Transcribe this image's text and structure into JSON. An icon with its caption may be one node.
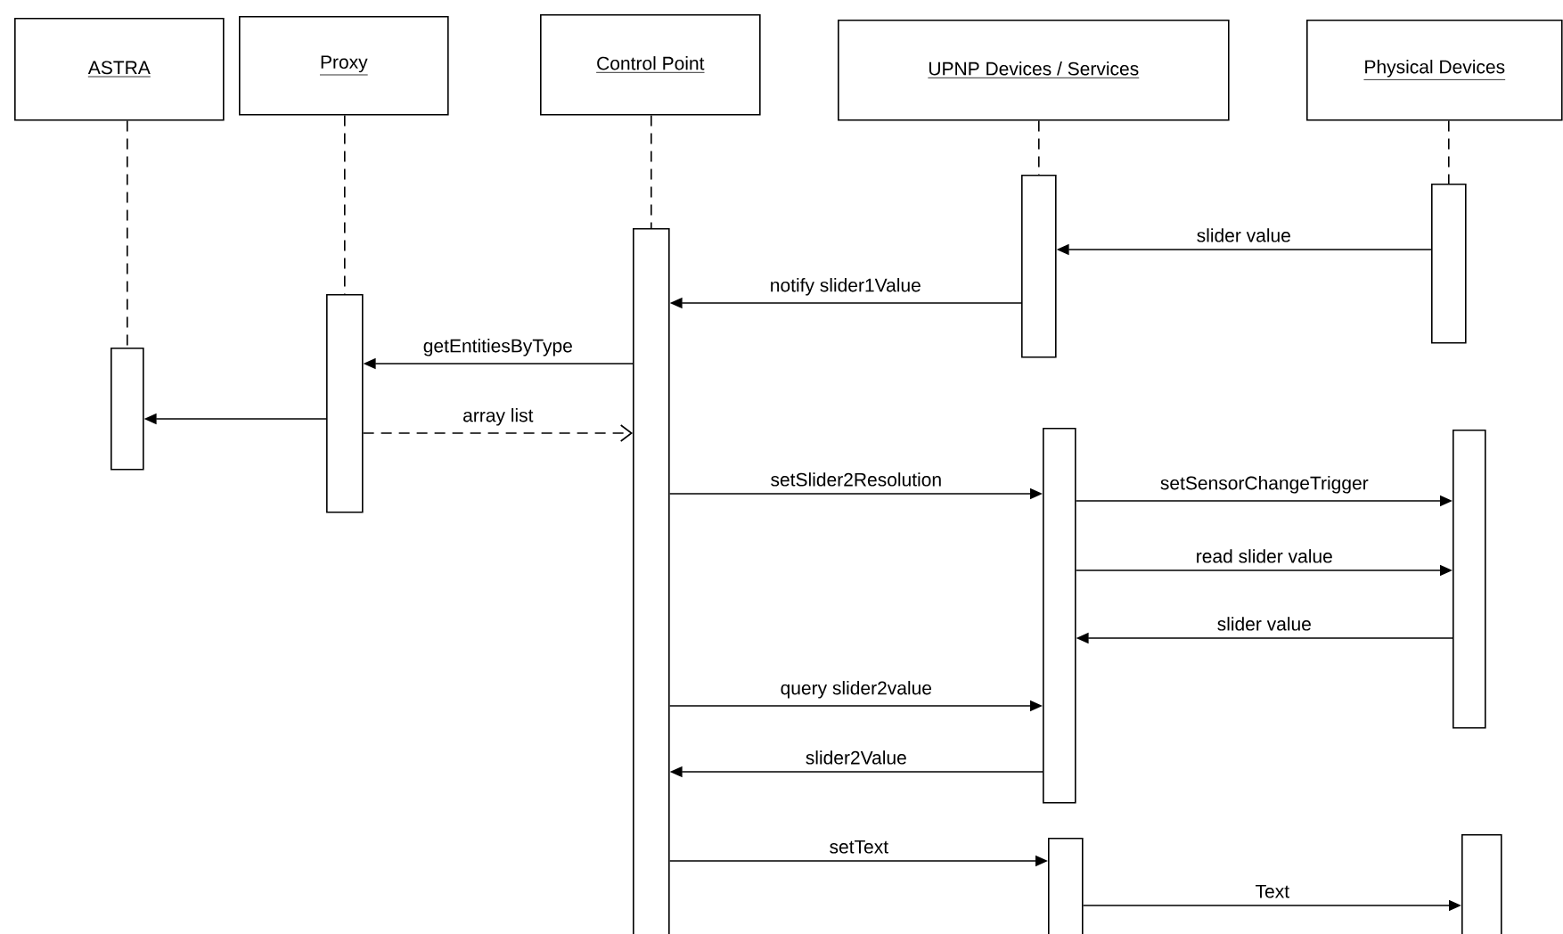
{
  "diagram": {
    "nodes": [
      {
        "text": [
          "ASTRA"
        ]
      },
      {
        "text": [
          "Proxy"
        ]
      },
      {
        "text": [
          "Control Point"
        ]
      },
      {
        "text": [
          "UPNP Devices / Services"
        ]
      },
      {
        "text": [
          "Physical Devices"
        ]
      },
      {
        "text": [],
        "shape": "bar"
      },
      {
        "text": [],
        "shape": "bar"
      },
      {
        "text": [],
        "shape": "bar"
      },
      {
        "text": [],
        "shape": "bar"
      },
      {
        "text": [],
        "shape": "bar"
      },
      {
        "text": [],
        "shape": "bar"
      },
      {
        "text": [],
        "shape": "bar"
      },
      {
        "text": [],
        "shape": "bar"
      },
      {
        "text": [],
        "shape": "bar"
      }
    ],
    "edges": [
      {
        "from": 0,
        "to": 5,
        "arrow": "none",
        "style": "dashed"
      },
      {
        "from": 1,
        "to": 6,
        "arrow": "none",
        "style": "dashed"
      },
      {
        "from": 2,
        "to": 7,
        "arrow": "none",
        "style": "dashed"
      },
      {
        "from": 3,
        "to": 8,
        "arrow": "none",
        "style": "dashed"
      },
      {
        "from": 4,
        "to": 9,
        "arrow": "none",
        "style": "dashed"
      },
      {
        "from": 9,
        "to": 8,
        "arrow": "to",
        "label": "slider value"
      },
      {
        "from": 8,
        "to": 7,
        "arrow": "to",
        "label": "notify slider1Value"
      },
      {
        "from": 7,
        "to": 6,
        "arrow": "to",
        "label": "getEntitiesByType"
      },
      {
        "from": 6,
        "to": 5,
        "arrow": "to"
      },
      {
        "from": 6,
        "to": 7,
        "arrow": "to",
        "label": "array list",
        "style": "dashed"
      },
      {
        "from": 7,
        "to": 10,
        "arrow": "to",
        "label": "setSlider2Resolution"
      },
      {
        "from": 10,
        "to": 11,
        "arrow": "to",
        "label": "setSensorChangeTrigger"
      },
      {
        "from": 10,
        "to": 11,
        "arrow": "to",
        "label": "read slider value"
      },
      {
        "from": 11,
        "to": 10,
        "arrow": "to",
        "label": "slider value"
      },
      {
        "from": 7,
        "to": 10,
        "arrow": "to",
        "label": "query slider2value"
      },
      {
        "from": 10,
        "to": 7,
        "arrow": "to",
        "label": "slider2Value"
      },
      {
        "from": 7,
        "to": 12,
        "arrow": "to",
        "label": "setText"
      },
      {
        "from": 12,
        "to": 13,
        "arrow": "to",
        "label": "Text"
      }
    ]
  }
}
